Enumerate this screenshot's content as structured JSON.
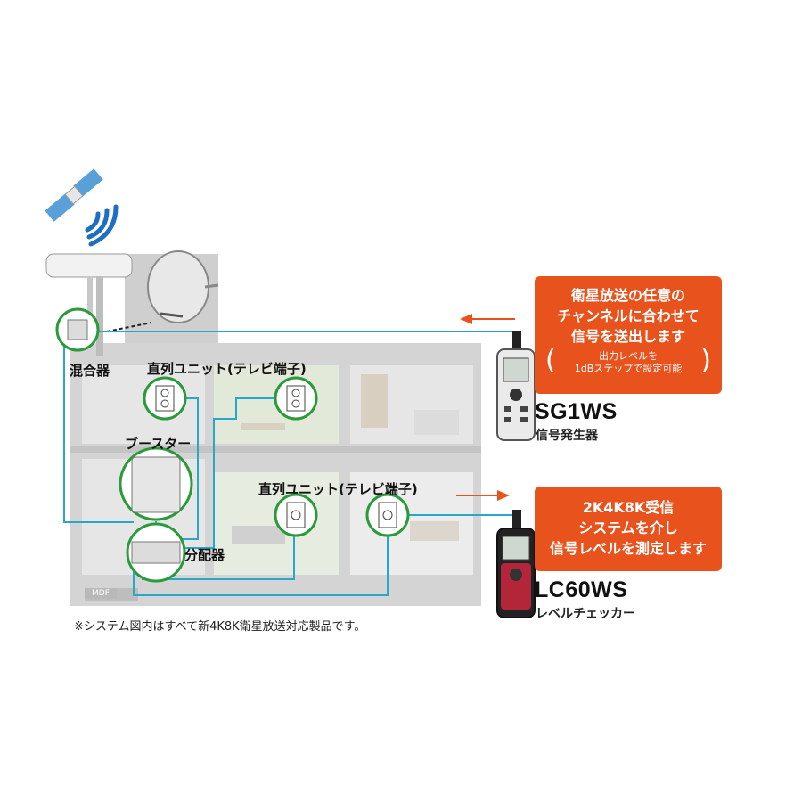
{
  "diagram": {
    "labels": {
      "mixer": "混合器",
      "series_unit_top": "直列ユニット(テレビ端子)",
      "series_unit_mid": "直列ユニット(テレビ端子)",
      "booster": "ブースター",
      "splitter": "分配器",
      "mdf": "MDF"
    },
    "note": "※システム図内はすべて新4K8K衛星放送対応製品です。"
  },
  "products": [
    {
      "model": "SG1WS",
      "name": "信号発生器",
      "callout_lines": [
        "衛星放送の任意の",
        "チャンネルに合わせて",
        "信号を送出します"
      ],
      "callout_sub": [
        "出力レベルを",
        "1dBステップで設定可能"
      ]
    },
    {
      "model": "LC60WS",
      "name": "レベルチェッカー",
      "callout_lines": [
        "2K4K8K受信",
        "システムを介し",
        "信号レベルを測定します"
      ]
    }
  ],
  "colors": {
    "cable": "#2aa6c8",
    "ring": "#2a9a3a",
    "callout": "#e8521c",
    "arrow": "#e8521c",
    "building": "#d6d6d6"
  }
}
